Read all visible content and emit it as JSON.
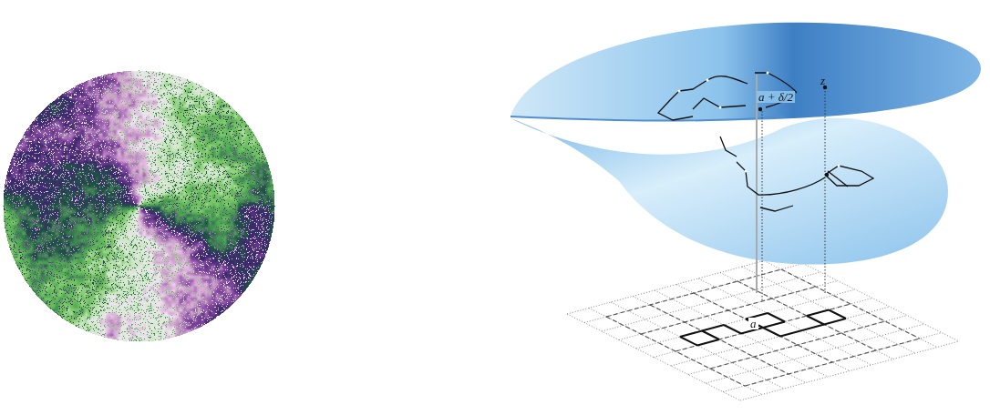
{
  "diagram": {
    "labels": [
      "z",
      "a + δ/2",
      "a"
    ]
  }
}
